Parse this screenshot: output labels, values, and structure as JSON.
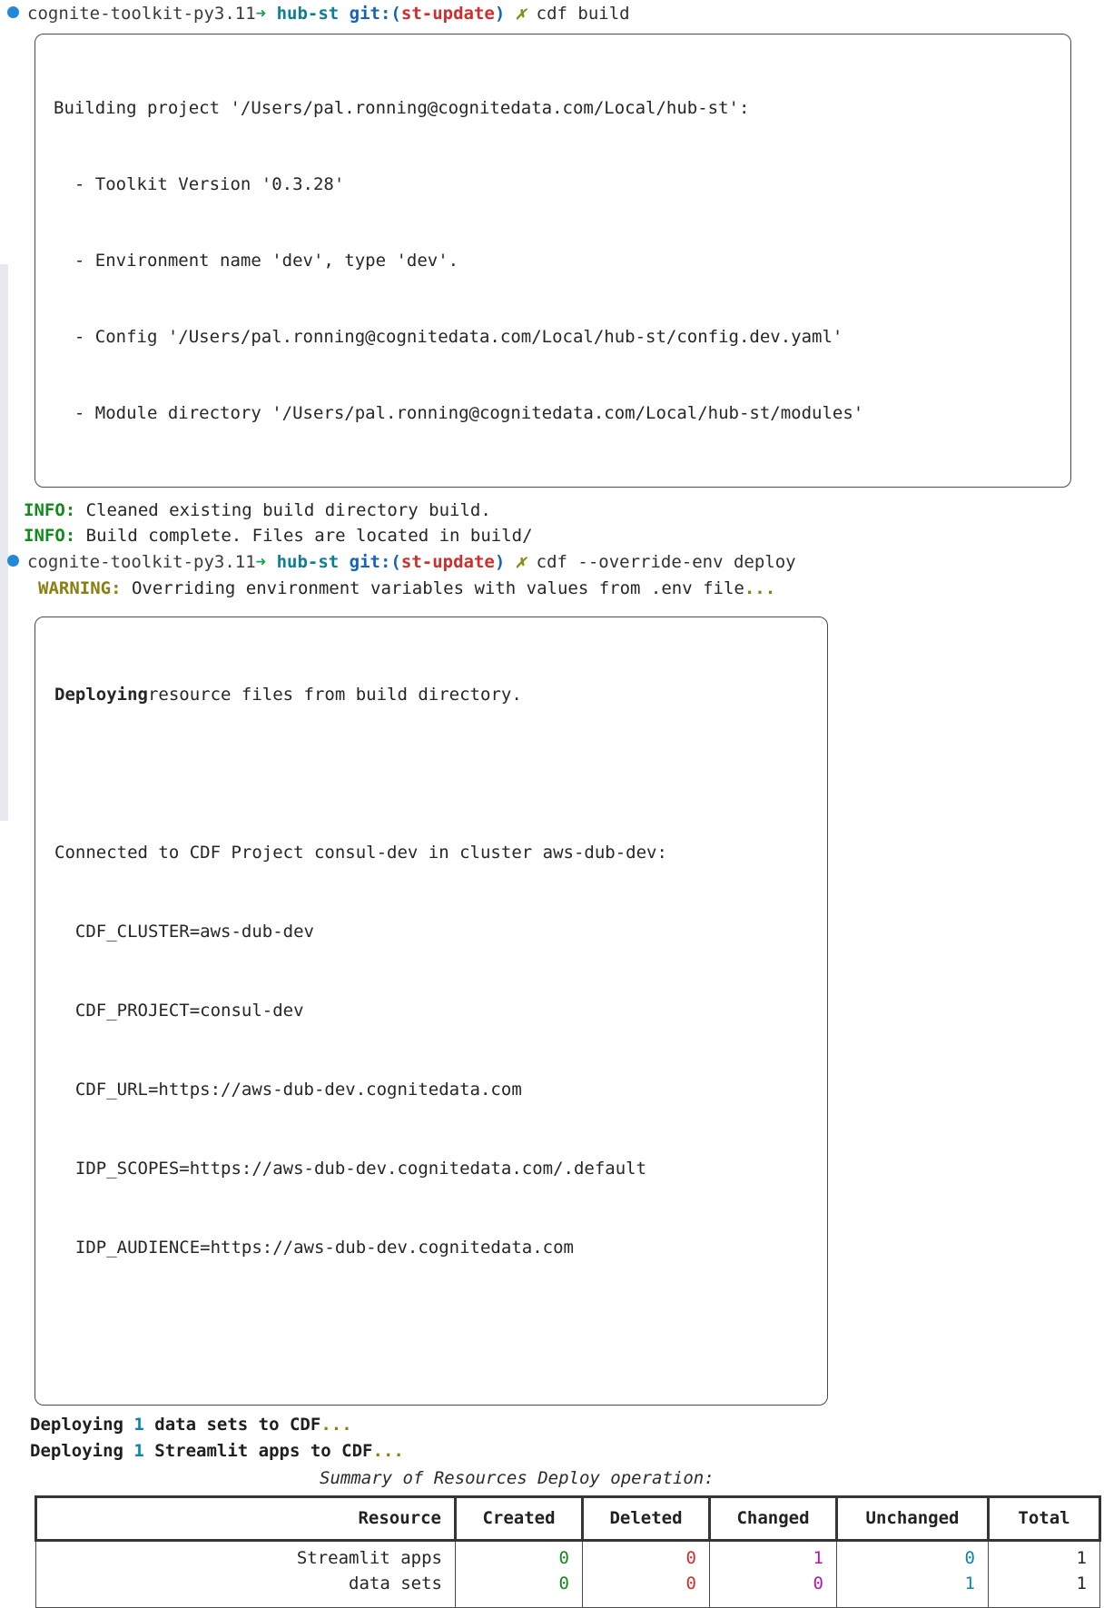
{
  "terminal": {
    "bullet_color": "#2389d6",
    "prompts": [
      {
        "venv": "cognite-toolkit-py3.11",
        "arrow": "➜",
        "dir": "hub-st",
        "git_open": "git:(",
        "git_branch": "st-update",
        "git_close": ")",
        "status": "✗",
        "command": "cdf build"
      },
      {
        "venv": "cognite-toolkit-py3.11",
        "arrow": "➜",
        "dir": "hub-st",
        "git_open": "git:(",
        "git_branch": "st-update",
        "git_close": ")",
        "status": "✗",
        "command": "cdf --override-env deploy"
      }
    ],
    "build_panel": {
      "lines": [
        "Building project '/Users/pal.ronning@cognitedata.com/Local/hub-st':",
        "  - Toolkit Version '0.3.28'",
        "  - Environment name 'dev', type 'dev'.",
        "  - Config '/Users/pal.ronning@cognitedata.com/Local/hub-st/config.dev.yaml'",
        "  - Module directory '/Users/pal.ronning@cognitedata.com/Local/hub-st/modules'"
      ]
    },
    "info_lines": [
      {
        "tag": "INFO:",
        "text": " Cleaned existing build directory build."
      },
      {
        "tag": "INFO:",
        "text": " Build complete. Files are located in build/"
      }
    ],
    "warning_line": {
      "tag": "WARNING:",
      "text": " Overriding environment variables with values from .env file",
      "dots": "..."
    },
    "deploy_panel": {
      "bold_word": "Deploying",
      "rest_of_first_line": "resource files from build directory.",
      "blank": "",
      "connected": "Connected to CDF Project consul-dev in cluster aws-dub-dev:",
      "env": [
        "  CDF_CLUSTER=aws-dub-dev",
        "  CDF_PROJECT=consul-dev",
        "  CDF_URL=https://aws-dub-dev.cognitedata.com",
        "  IDP_SCOPES=https://aws-dub-dev.cognitedata.com/.default",
        "  IDP_AUDIENCE=https://aws-dub-dev.cognitedata.com"
      ]
    },
    "deploy_lines": [
      {
        "pre": "Deploying ",
        "count": "1",
        "post": " data sets to CDF",
        "dots": "..."
      },
      {
        "pre": "Deploying ",
        "count": "1",
        "post": " Streamlit apps to CDF",
        "dots": "..."
      }
    ],
    "summary_title": "Summary of Resources Deploy operation:"
  },
  "chart_data": {
    "type": "table",
    "title": "Summary of Resources Deploy operation:",
    "columns": [
      "Resource",
      "Created",
      "Deleted",
      "Changed",
      "Unchanged",
      "Total"
    ],
    "rows": [
      {
        "resource": "Streamlit apps",
        "created": "0",
        "deleted": "0",
        "changed": "1",
        "unchanged": "0",
        "total": "1"
      },
      {
        "resource": "data sets",
        "created": "0",
        "deleted": "0",
        "changed": "0",
        "unchanged": "1",
        "total": "1"
      }
    ],
    "cell_colors": {
      "created": "#13891e",
      "deleted": "#cb2f2f",
      "changed": "#b4199f",
      "unchanged": "#0e86a8",
      "total": "#262626"
    },
    "resource_column_values": "Streamlit apps\ndata sets",
    "created_column_values": "0\n0",
    "deleted_column_values": "0\n0",
    "changed_column_values": "1\n0",
    "unchanged_column_values": "0\n1",
    "total_column_values": "1\n1"
  }
}
